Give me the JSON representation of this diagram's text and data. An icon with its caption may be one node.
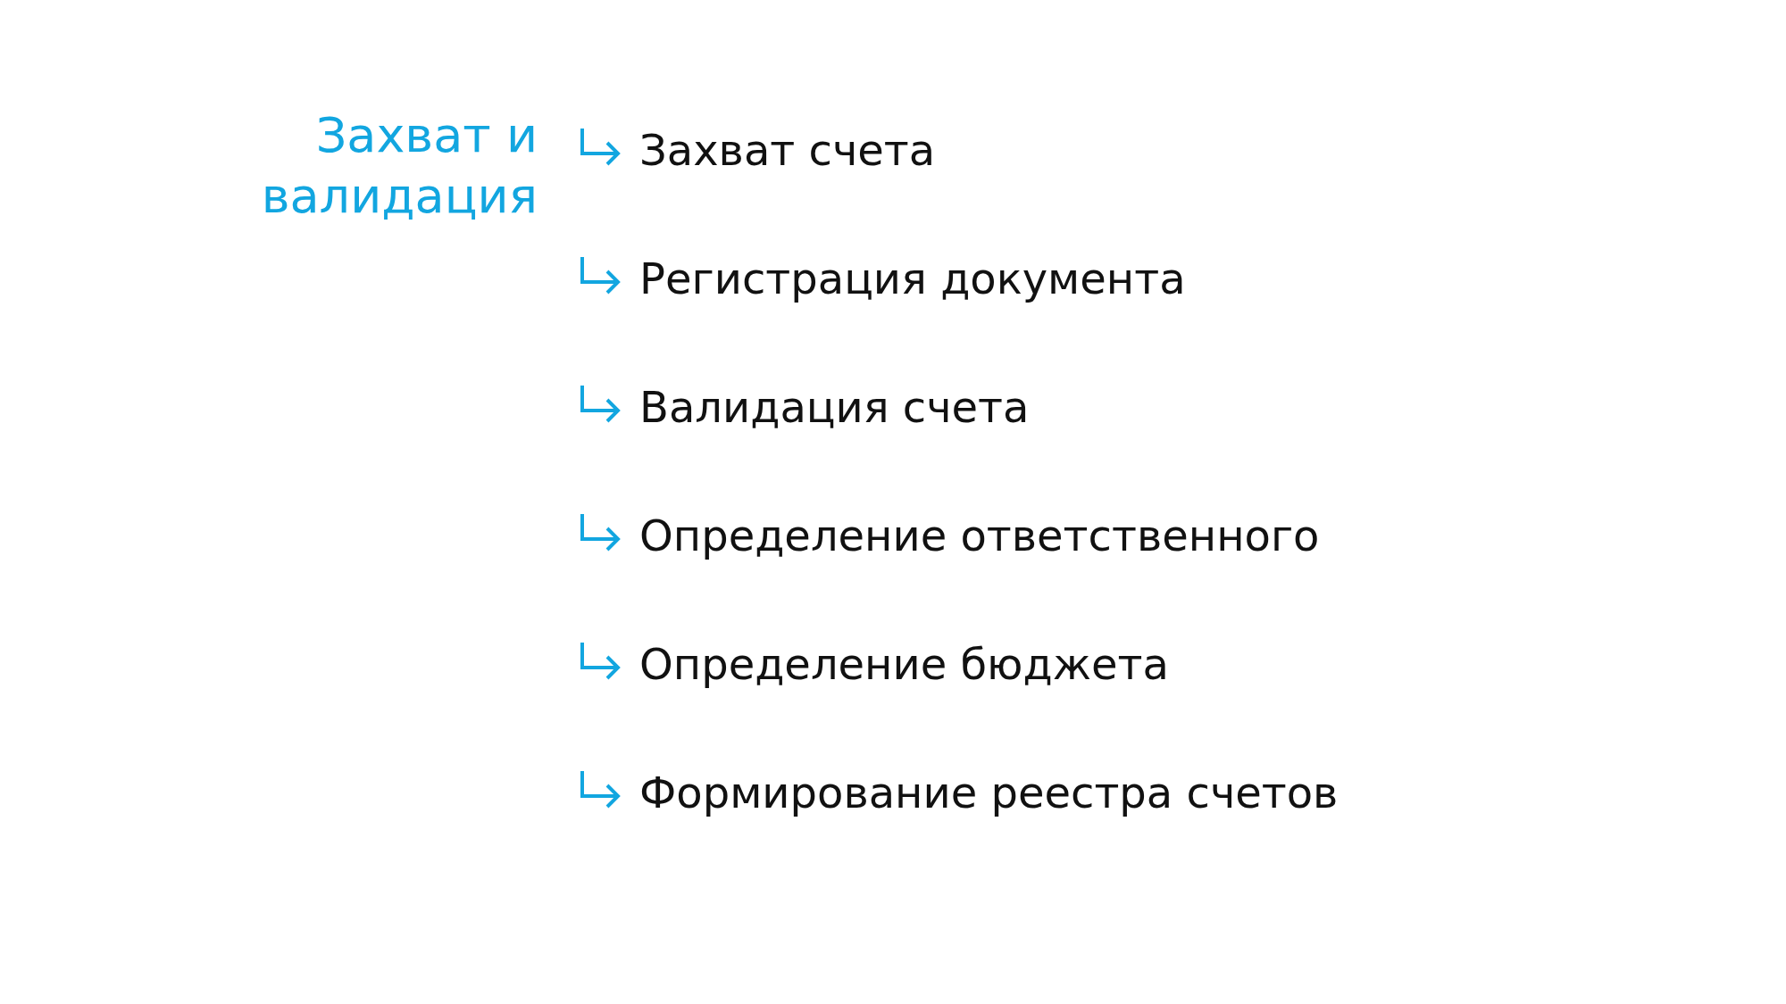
{
  "diagram": {
    "title": "Захват и валидация",
    "labels": [
      "Захват счета",
      "Регистрация документа",
      "Валидация счета",
      "Определение ответственного",
      "Определение бюджета",
      "Формирование реестра счетов"
    ]
  }
}
